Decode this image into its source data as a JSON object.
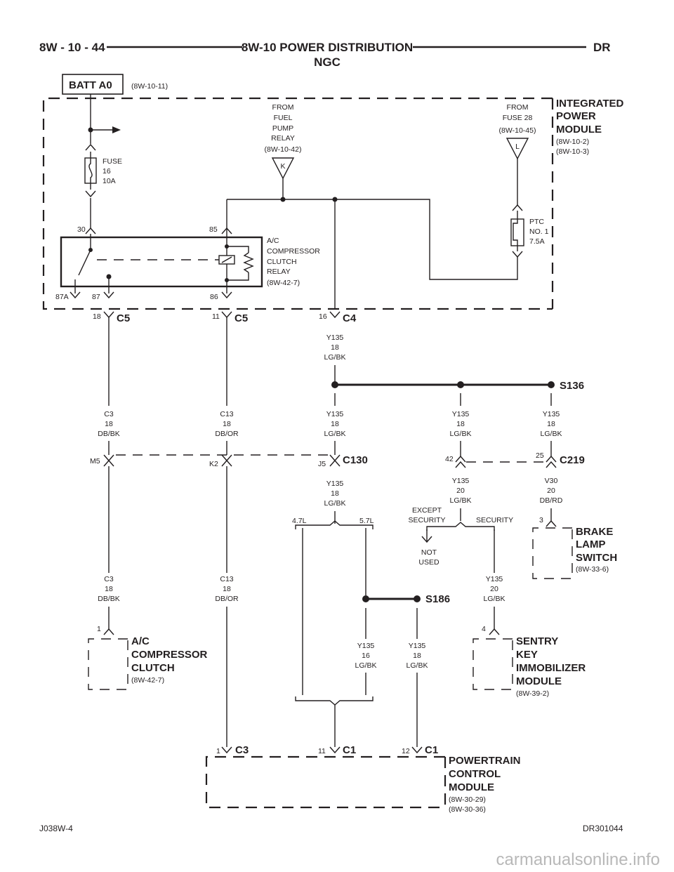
{
  "header": {
    "page_number": "8W - 10 - 44",
    "title_line1": "8W-10 POWER DISTRIBUTION",
    "title_line2": "NGC",
    "model_code": "DR"
  },
  "source": {
    "batt_label": "BATT A0",
    "batt_ref": "(8W-10-11)",
    "fuel_pump_from": [
      "FROM",
      "FUEL",
      "PUMP",
      "RELAY",
      "(8W-10-42)"
    ],
    "fuel_pump_letter": "K",
    "fuse28_from": [
      "FROM",
      "FUSE 28",
      "(8W-10-45)"
    ],
    "fuse28_letter": "L"
  },
  "ipm": {
    "name": [
      "INTEGRATED",
      "POWER",
      "MODULE"
    ],
    "refs": [
      "(8W-10-2)",
      "(8W-10-3)"
    ],
    "fuse": [
      "FUSE",
      "16",
      "10A"
    ],
    "ptc": [
      "PTC",
      "NO. 1",
      "7.5A"
    ],
    "relay": [
      "A/C",
      "COMPRESSOR",
      "CLUTCH",
      "RELAY",
      "(8W-42-7)"
    ],
    "pins": {
      "p30": "30",
      "p85": "85",
      "p87a": "87A",
      "p87": "87",
      "p86": "86"
    }
  },
  "connectors": {
    "c5a_pin": "18",
    "c5a_name": "C5",
    "c5b_pin": "11",
    "c5b_name": "C5",
    "c4_pin": "16",
    "c4_name": "C4",
    "c130_name": "C130",
    "c130_m5": "M5",
    "c130_k2": "K2",
    "c130_j5": "J5",
    "c219_name": "C219",
    "c219_pin42": "42",
    "c219_pin25": "25",
    "c3_pin": "1",
    "c3_name": "C3",
    "c1a_pin": "11",
    "c1a_name": "C1",
    "c1b_pin": "12",
    "c1b_name": "C1"
  },
  "wires": {
    "y135_18": [
      "Y135",
      "18",
      "LG/BK"
    ],
    "y135_20": [
      "Y135",
      "20",
      "LG/BK"
    ],
    "y135_16": [
      "Y135",
      "16",
      "LG/BK"
    ],
    "c3_18": [
      "C3",
      "18",
      "DB/BK"
    ],
    "c13_18": [
      "C13",
      "18",
      "DB/OR"
    ],
    "v30_20": [
      "V30",
      "20",
      "DB/RD"
    ]
  },
  "splices": {
    "s136": "S136",
    "s186": "S186"
  },
  "options": {
    "l47": "4.7L",
    "l57": "5.7L",
    "except_security": [
      "EXCEPT",
      "SECURITY"
    ],
    "security": "SECURITY",
    "not_used": [
      "NOT",
      "USED"
    ]
  },
  "components": {
    "brake_pin": "3",
    "brake": [
      "BRAKE",
      "LAMP",
      "SWITCH"
    ],
    "brake_ref": "(8W-33-6)",
    "clutch_pin": "1",
    "clutch": [
      "A/C",
      "COMPRESSOR",
      "CLUTCH"
    ],
    "clutch_ref": "(8W-42-7)",
    "skim_pin": "4",
    "skim": [
      "SENTRY",
      "KEY",
      "IMMOBILIZER",
      "MODULE"
    ],
    "skim_ref": "(8W-39-2)",
    "pcm": [
      "POWERTRAIN",
      "CONTROL",
      "MODULE"
    ],
    "pcm_refs": [
      "(8W-30-29)",
      "(8W-30-36)"
    ]
  },
  "footer": {
    "left_code": "J038W-4",
    "right_code": "DR301044"
  },
  "watermark": "carmanualsonline.info"
}
